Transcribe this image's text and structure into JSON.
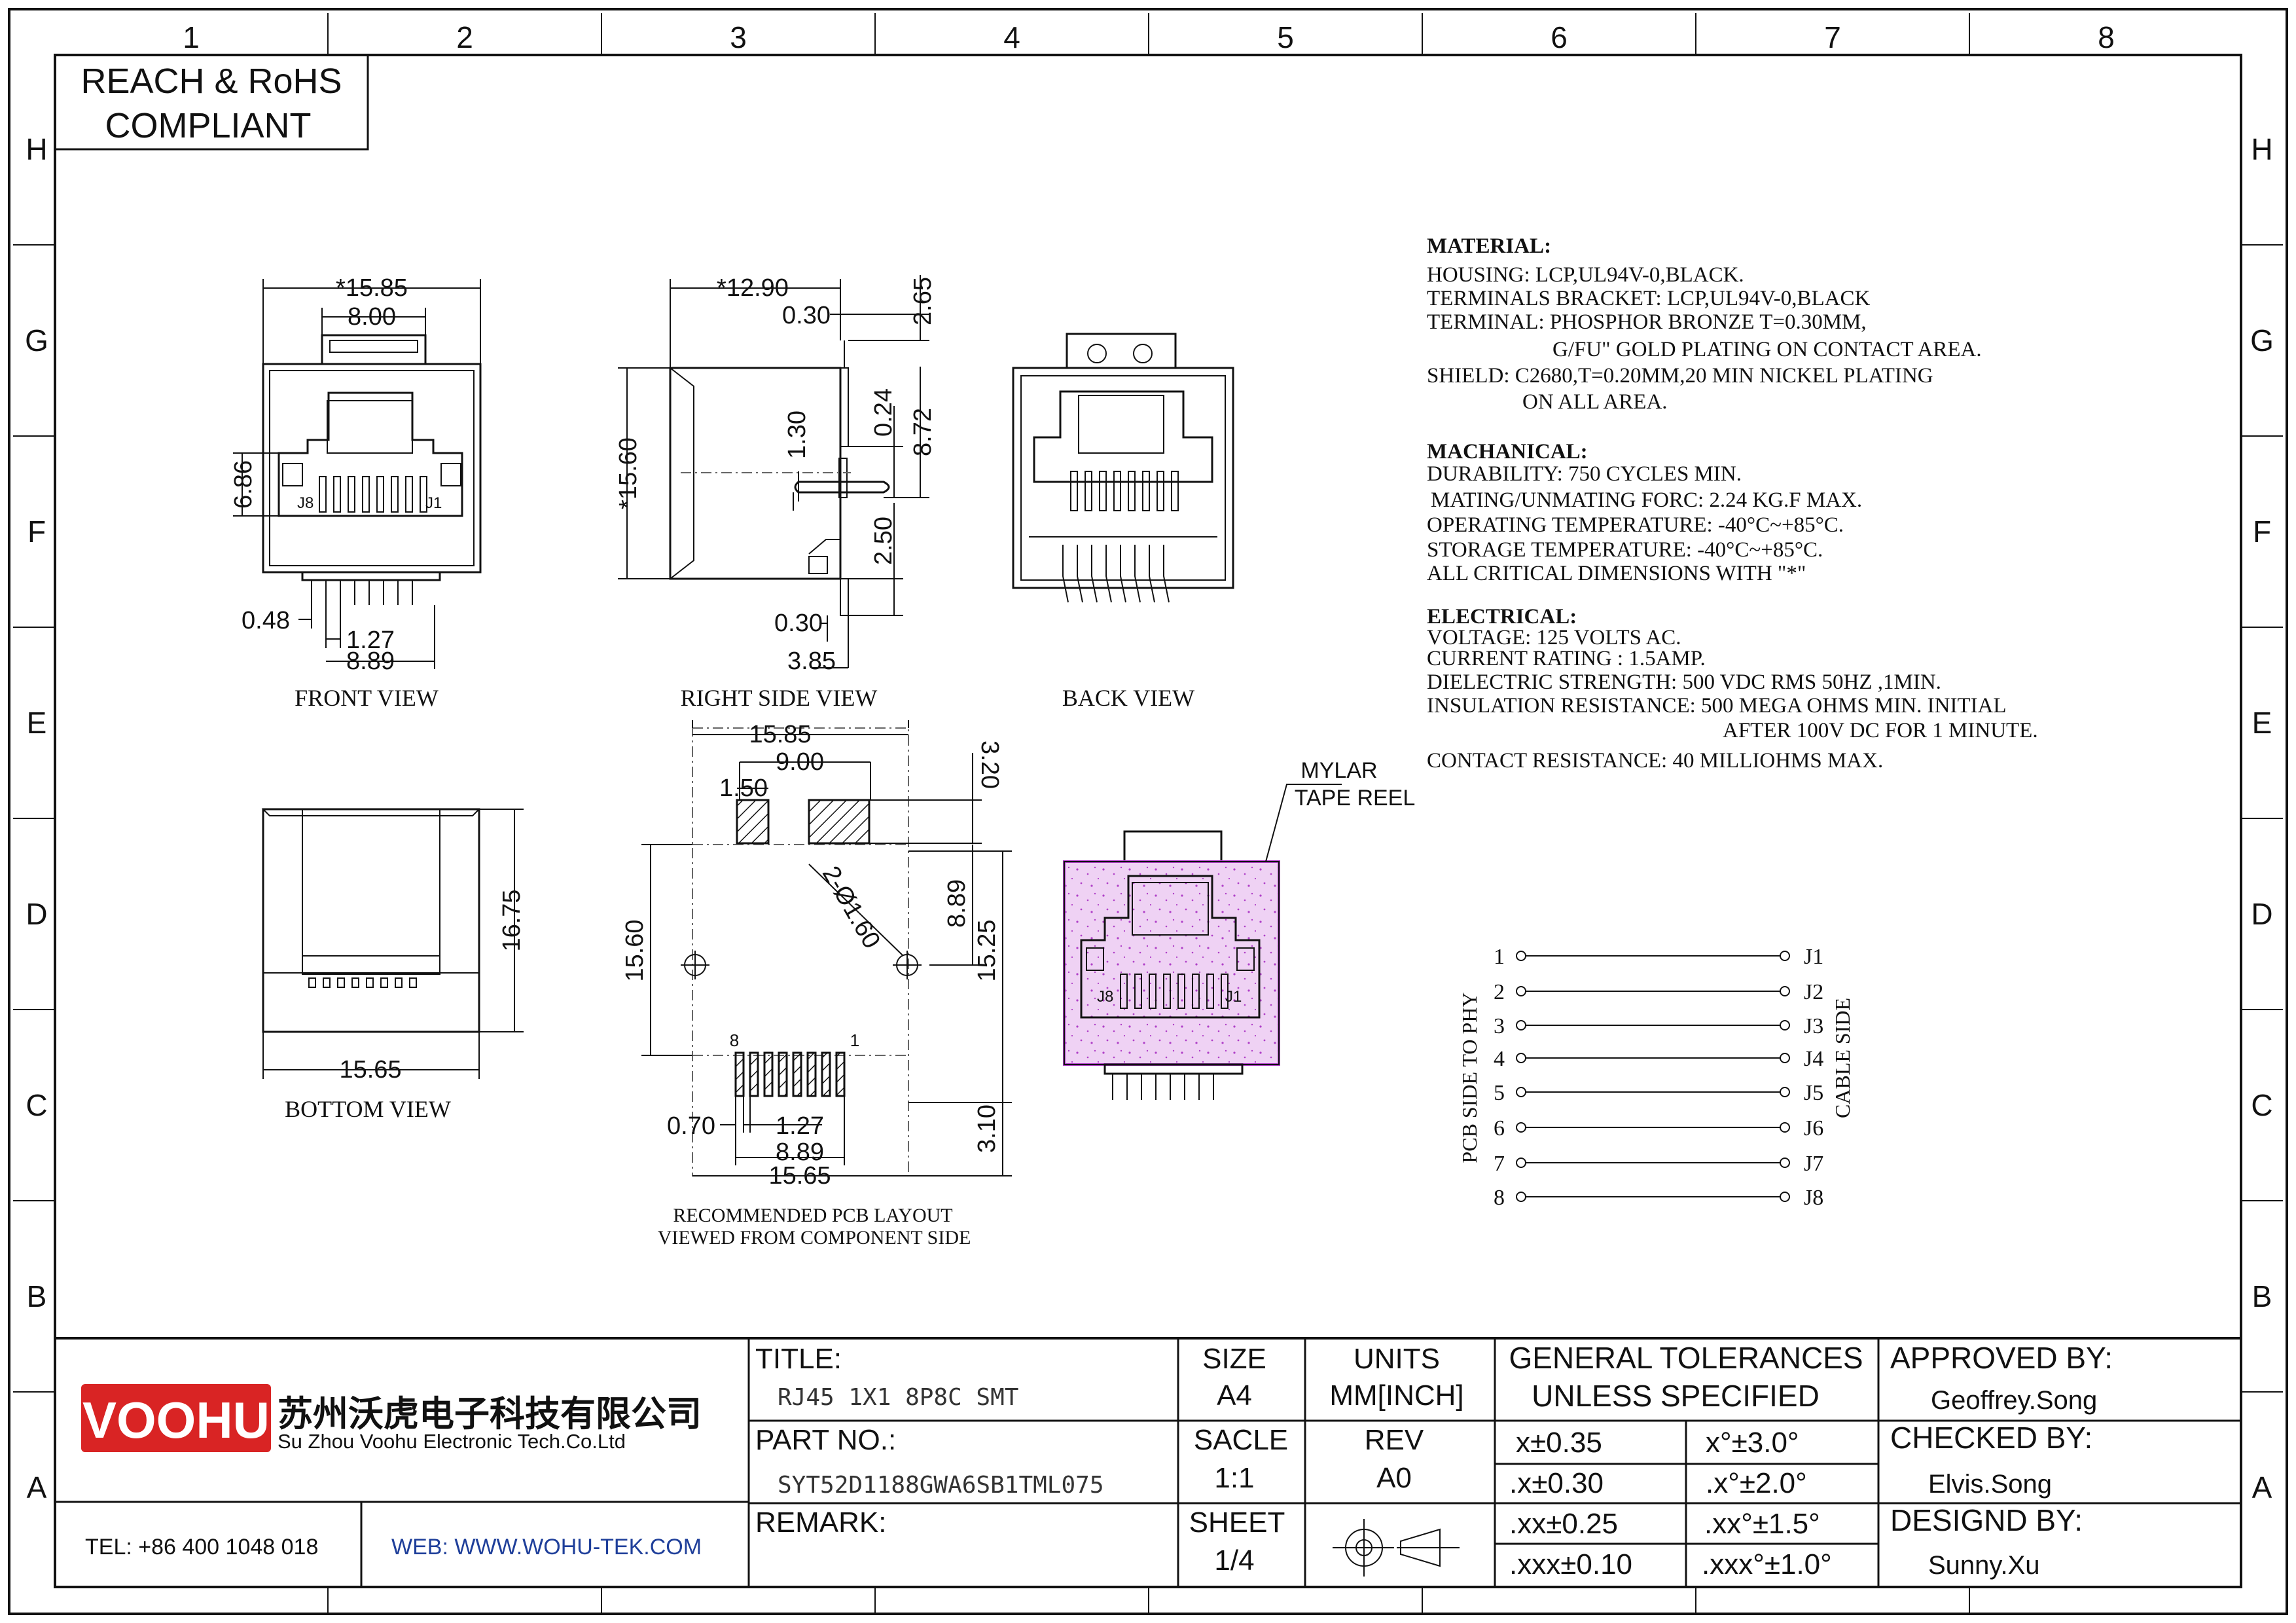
{
  "frame": {
    "columns": [
      "1",
      "2",
      "3",
      "4",
      "5",
      "6",
      "7",
      "8"
    ],
    "rows": [
      "H",
      "G",
      "F",
      "E",
      "D",
      "C",
      "B",
      "A"
    ]
  },
  "compliance": {
    "line1": "REACH & RoHS",
    "line2": "COMPLIANT"
  },
  "views": {
    "front": {
      "label": "FRONT VIEW",
      "dims": {
        "width": "*15.85",
        "inner": "8.00",
        "height": "6.86",
        "offset": "0.48",
        "pitch": "1.27",
        "span": "8.89"
      },
      "pin_labels": {
        "left": "J8",
        "right": "J1"
      }
    },
    "right": {
      "label": "RIGHT SIDE VIEW",
      "dims": {
        "depth": "*12.90",
        "d1": "0.30",
        "d2": "2.65",
        "height": "*15.60",
        "d3": "1.30",
        "d4": "0.24",
        "d5": "8.72",
        "d6": "2.50",
        "d7": "0.30",
        "d8": "3.85"
      }
    },
    "back": {
      "label": "BACK VIEW"
    },
    "bottom": {
      "label": "BOTTOM VIEW",
      "dims": {
        "width": "15.65",
        "height": "16.75"
      }
    },
    "pcb": {
      "label_line1": "RECOMMENDED PCB LAYOUT",
      "label_line2": "VIEWED FROM COMPONENT SIDE",
      "dims": {
        "width": "15.85",
        "pad_span": "9.00",
        "pad": "1.50",
        "top": "3.20",
        "hole": "2-Ø1.60",
        "hole_y": "8.89",
        "height": "15.60",
        "h2": "15.25",
        "pin_w": "0.70",
        "pitch": "1.27",
        "span": "8.89",
        "bottom": "15.65",
        "b2": "3.10"
      },
      "pin_first": "8",
      "pin_last": "1"
    },
    "reel": {
      "label_line1": "MYLAR",
      "label_line2": "TAPE REEL",
      "pin_labels": {
        "left": "J8",
        "right": "J1"
      }
    }
  },
  "specs": {
    "material_title": "MATERIAL:",
    "material": [
      "HOUSING: LCP,UL94V-0,BLACK.",
      "TERMINALS BRACKET: LCP,UL94V-0,BLACK",
      "TERMINAL: PHOSPHOR BRONZE T=0.30MM,",
      "G/FU\" GOLD PLATING ON CONTACT AREA.",
      "SHIELD: C2680,T=0.20MM,20 MIN NICKEL PLATING",
      "ON ALL AREA."
    ],
    "mechanical_title": "MACHANICAL:",
    "mechanical": [
      "DURABILITY: 750 CYCLES MIN.",
      "MATING/UNMATING FORC: 2.24 KG.F MAX.",
      "OPERATING TEMPERATURE: -40°C~+85°C.",
      "STORAGE TEMPERATURE: -40°C~+85°C.",
      "ALL CRITICAL DIMENSIONS WITH \"*\""
    ],
    "electrical_title": "ELECTRICAL:",
    "electrical": [
      "VOLTAGE: 125 VOLTS AC.",
      "CURRENT RATING : 1.5AMP.",
      "DIELECTRIC STRENGTH: 500 VDC RMS 50HZ ,1MIN.",
      "INSULATION RESISTANCE: 500 MEGA OHMS MIN. INITIAL",
      "AFTER 100V DC FOR 1 MINUTE.",
      "CONTACT RESISTANCE: 40 MILLIOHMS MAX."
    ]
  },
  "wiring": {
    "left_label": "PCB SIDE TO PHY",
    "right_label": "CABLE SIDE",
    "left_pins": [
      "1",
      "2",
      "3",
      "4",
      "5",
      "6",
      "7",
      "8"
    ],
    "right_pins": [
      "J1",
      "J2",
      "J3",
      "J4",
      "J5",
      "J6",
      "J7",
      "J8"
    ]
  },
  "title_block": {
    "logo": "VOOHU",
    "company_cn": "苏州沃虎电子科技有限公司",
    "company_en": "Su Zhou Voohu Electronic Tech.Co.Ltd",
    "tel": "TEL: +86 400 1048 018",
    "web": "WEB: WWW.WOHU-TEK.COM",
    "title_label": "TITLE:",
    "title_value": "RJ45 1X1 8P8C SMT",
    "part_label": "PART NO.:",
    "part_value": "SYT52D1188GWA6SB1TML075",
    "remark_label": "REMARK:",
    "size_label": "SIZE",
    "size_value": "A4",
    "units_label": "UNITS",
    "units_value": "MM[INCH]",
    "scale_label": "SACLE",
    "scale_value": "1:1",
    "rev_label": "REV",
    "rev_value": "A0",
    "sheet_label": "SHEET",
    "sheet_value": "1/4",
    "tol_title1": "GENERAL TOLERANCES",
    "tol_title2": "UNLESS SPECIFIED",
    "tolerances": [
      [
        "x±0.35",
        "x°±3.0°"
      ],
      [
        ".x±0.30",
        ".x°±2.0°"
      ],
      [
        ".xx±0.25",
        ".xx°±1.5°"
      ],
      [
        ".xxx±0.10",
        ".xxx°±1.0°"
      ]
    ],
    "approved_label": "APPROVED BY:",
    "approved_value": "Geoffrey.Song",
    "checked_label": "CHECKED BY:",
    "checked_value": "Elvis.Song",
    "design_label": "DESIGND BY:",
    "design_value": "Sunny.Xu"
  },
  "colors": {
    "brand_red": "#d92424",
    "link_blue": "#1f3f9a",
    "tape_magenta": "#b040c8"
  }
}
